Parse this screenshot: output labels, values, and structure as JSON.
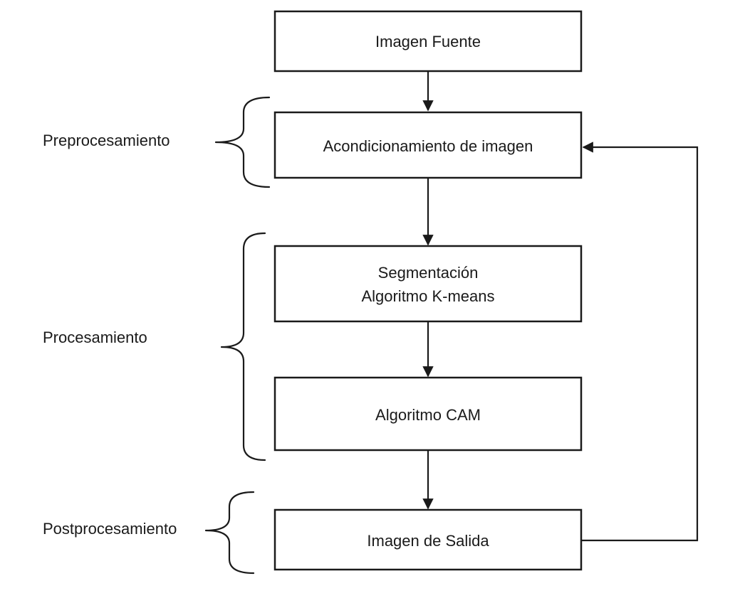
{
  "diagram": {
    "nodes": [
      {
        "id": "source",
        "lines": [
          "Imagen Fuente"
        ]
      },
      {
        "id": "conditioning",
        "lines": [
          "Acondicionamiento de imagen"
        ]
      },
      {
        "id": "segmentation",
        "lines": [
          "Segmentación",
          "Algoritmo K-means"
        ]
      },
      {
        "id": "cam",
        "lines": [
          "Algoritmo CAM"
        ]
      },
      {
        "id": "output",
        "lines": [
          "Imagen de Salida"
        ]
      }
    ],
    "stages": [
      {
        "id": "preprocessing",
        "label": "Preprocesamiento"
      },
      {
        "id": "processing",
        "label": "Procesamiento"
      },
      {
        "id": "postprocessing",
        "label": "Postprocesamiento"
      }
    ],
    "edges": [
      {
        "from": "source",
        "to": "conditioning"
      },
      {
        "from": "conditioning",
        "to": "segmentation"
      },
      {
        "from": "segmentation",
        "to": "cam"
      },
      {
        "from": "cam",
        "to": "output"
      },
      {
        "from": "output",
        "to": "conditioning",
        "kind": "feedback"
      }
    ]
  }
}
